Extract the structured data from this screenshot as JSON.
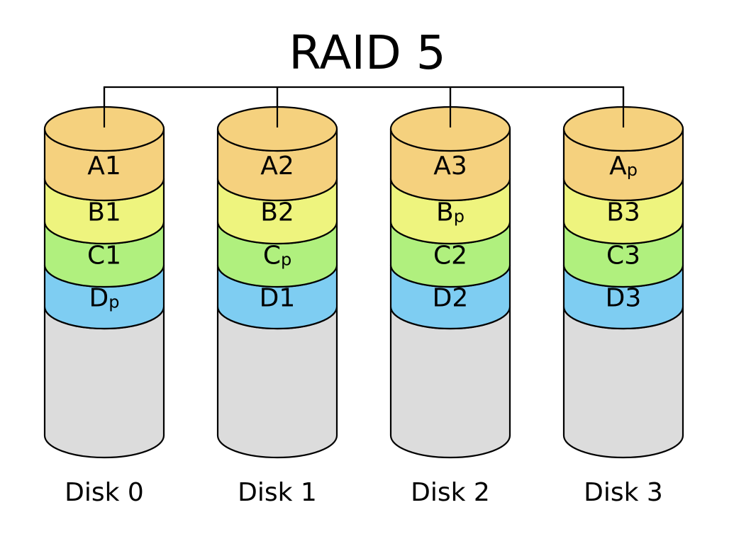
{
  "title": "RAID 5",
  "colors": {
    "A": "#f5d17e",
    "B": "#eef47e",
    "C": "#b0f07e",
    "D": "#7ecdf2",
    "empty": "#dcdcdc",
    "stroke": "#000000"
  },
  "disks": [
    {
      "label": "Disk 0",
      "blocks": [
        {
          "row": "A",
          "main": "A",
          "sub": "1",
          "parity": false
        },
        {
          "row": "B",
          "main": "B",
          "sub": "1",
          "parity": false
        },
        {
          "row": "C",
          "main": "C",
          "sub": "1",
          "parity": false
        },
        {
          "row": "D",
          "main": "D",
          "sub": "p",
          "parity": true
        }
      ]
    },
    {
      "label": "Disk 1",
      "blocks": [
        {
          "row": "A",
          "main": "A",
          "sub": "2",
          "parity": false
        },
        {
          "row": "B",
          "main": "B",
          "sub": "2",
          "parity": false
        },
        {
          "row": "C",
          "main": "C",
          "sub": "p",
          "parity": true
        },
        {
          "row": "D",
          "main": "D",
          "sub": "1",
          "parity": false
        }
      ]
    },
    {
      "label": "Disk 2",
      "blocks": [
        {
          "row": "A",
          "main": "A",
          "sub": "3",
          "parity": false
        },
        {
          "row": "B",
          "main": "B",
          "sub": "p",
          "parity": true
        },
        {
          "row": "C",
          "main": "C",
          "sub": "2",
          "parity": false
        },
        {
          "row": "D",
          "main": "D",
          "sub": "2",
          "parity": false
        }
      ]
    },
    {
      "label": "Disk 3",
      "blocks": [
        {
          "row": "A",
          "main": "A",
          "sub": "p",
          "parity": true
        },
        {
          "row": "B",
          "main": "B",
          "sub": "3",
          "parity": false
        },
        {
          "row": "C",
          "main": "C",
          "sub": "3",
          "parity": false
        },
        {
          "row": "D",
          "main": "D",
          "sub": "3",
          "parity": false
        }
      ]
    }
  ]
}
